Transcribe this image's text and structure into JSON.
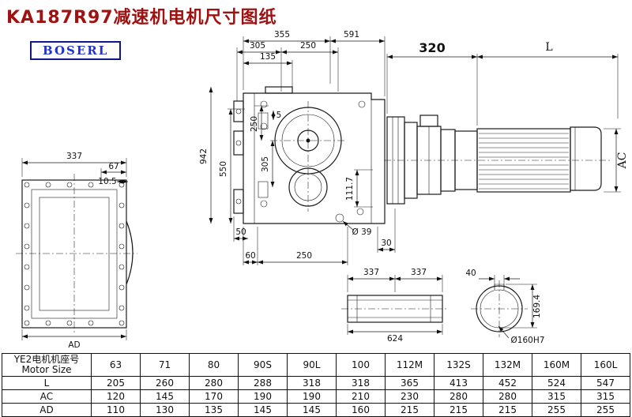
{
  "page": {
    "title": "KA187R97减速机电机尺寸图纸",
    "logo": "BOSERL"
  },
  "colors": {
    "title_red": "#a01212",
    "logo_blue": "#2233cc",
    "line": "#1a1a1a"
  },
  "left_view": {
    "dim_337": "337",
    "dim_67": "67",
    "dim_10_5": "10.5",
    "dim_AD": "AD"
  },
  "main_view": {
    "dim_355": "355",
    "dim_591": "591",
    "dim_305_top": "305",
    "dim_250_top": "250",
    "dim_135": "135",
    "dim_250_left": "250",
    "dim_5": "5",
    "dim_305_left": "305",
    "dim_550": "550",
    "dim_942": "942",
    "dim_111_7": "111.7",
    "dim_50": "50",
    "dim_60": "60",
    "dim_250_bottom": "250",
    "dim_d39": "Ø 39",
    "dim_30": "30"
  },
  "motor_view": {
    "dim_320": "320",
    "dim_L": "L",
    "dim_AC": "AC"
  },
  "shaft_view": {
    "dim_337_a": "337",
    "dim_337_b": "337",
    "dim_624": "624"
  },
  "bore_view": {
    "dim_40": "40",
    "dim_169_4": "169.4",
    "dim_d160": "Ø160H7"
  },
  "table": {
    "header_label_cn": "YE2电机机座号",
    "header_label_en": "Motor Size",
    "sizes": [
      "63",
      "71",
      "80",
      "90S",
      "90L",
      "100",
      "112M",
      "132S",
      "132M",
      "160M",
      "160L"
    ],
    "rows": [
      {
        "label": "L",
        "values": [
          "205",
          "260",
          "280",
          "288",
          "318",
          "318",
          "365",
          "413",
          "452",
          "524",
          "547"
        ]
      },
      {
        "label": "AC",
        "values": [
          "120",
          "145",
          "170",
          "190",
          "190",
          "210",
          "230",
          "280",
          "280",
          "315",
          "315"
        ]
      },
      {
        "label": "AD",
        "values": [
          "110",
          "130",
          "135",
          "145",
          "145",
          "160",
          "215",
          "215",
          "215",
          "255",
          "255"
        ]
      }
    ]
  }
}
